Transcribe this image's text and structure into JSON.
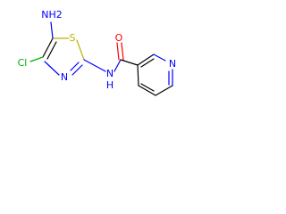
{
  "molecule": {
    "atom_labels": {
      "nh2": "NH2",
      "cl": "Cl",
      "s": "S",
      "n_thiazole": "N",
      "nh_amide": "N",
      "h_amide": "H",
      "o": "O",
      "n_pyridine": "N"
    },
    "colors": {
      "bond": "#000000",
      "nitrogen": "#0000ff",
      "oxygen": "#ff0000",
      "sulfur": "#b8b400",
      "chlorine": "#00b000"
    }
  }
}
